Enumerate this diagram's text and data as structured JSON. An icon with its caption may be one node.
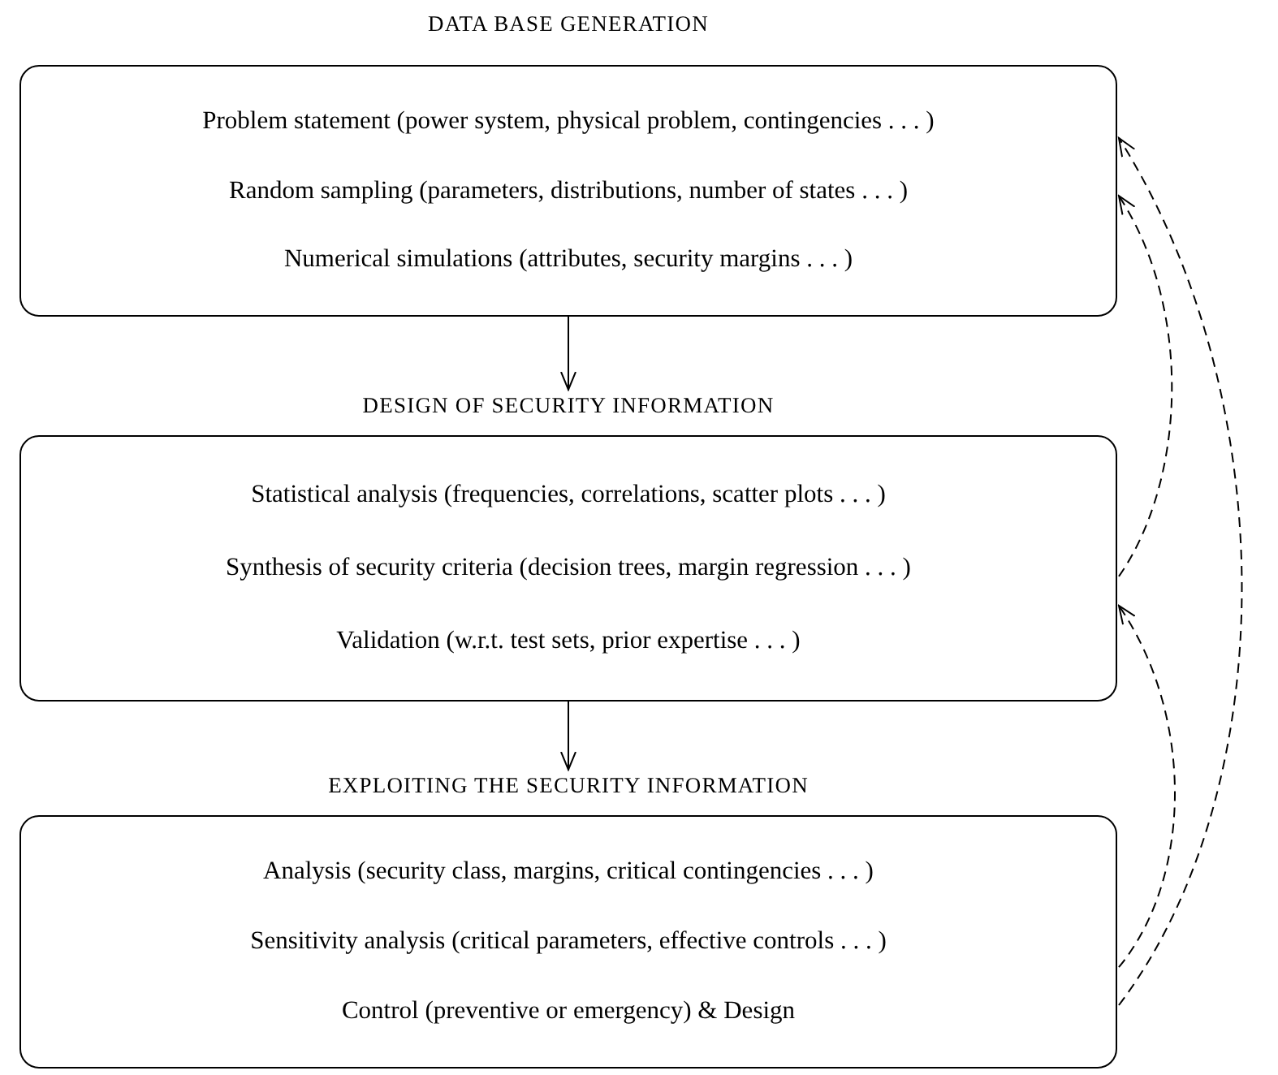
{
  "diagram": {
    "nodes": [
      {
        "text": [
          "DATA BASE GENERATION",
          "Problem statement (power system, physical problem, contingencies . . . )",
          "Random sampling (parameters, distributions, number of states . . . )",
          "Numerical simulations (attributes, security margins . . . )"
        ]
      },
      {
        "text": [
          "DESIGN OF SECURITY INFORMATION",
          "Statistical analysis (frequencies, correlations, scatter plots . . . )",
          "Synthesis of security criteria (decision trees, margin regression . . . )",
          "Validation (w.r.t. test sets, prior expertise . . . )"
        ]
      },
      {
        "text": [
          "EXPLOITING THE SECURITY INFORMATION",
          "Analysis (security class, margins, critical contingencies . . . )",
          "Sensitivity analysis (critical parameters, effective controls . . . )",
          "Control (preventive or emergency) & Design"
        ]
      }
    ],
    "edges": [
      {
        "from": 0,
        "to": 1,
        "arrow": "to"
      },
      {
        "from": 1,
        "to": 2,
        "arrow": "to"
      },
      {
        "from": 1,
        "to": 0,
        "arrow": "to",
        "style": "dashed"
      },
      {
        "from": 2,
        "to": 1,
        "arrow": "to",
        "style": "dashed"
      },
      {
        "from": 2,
        "to": 0,
        "arrow": "to",
        "style": "dashed"
      }
    ]
  }
}
